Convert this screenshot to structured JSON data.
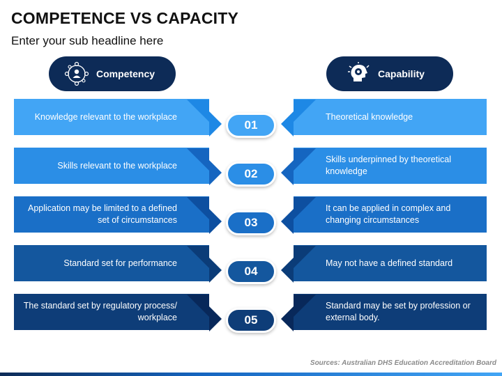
{
  "title": "COMPETENCE VS CAPACITY",
  "subtitle": "Enter your sub headline here",
  "headers": {
    "left": {
      "label": "Competency",
      "icon": "person-network-icon"
    },
    "right": {
      "label": "Capability",
      "icon": "head-gears-icon"
    }
  },
  "rows": [
    {
      "number": "01",
      "left": "Knowledge relevant to the workplace",
      "right": "Theoretical knowledge",
      "color": "#42a5f5",
      "dark": "#1e88e5"
    },
    {
      "number": "02",
      "left": "Skills relevant to the workplace",
      "right": "Skills underpinned by theoretical knowledge",
      "color": "#2b8ee6",
      "dark": "#1565c0"
    },
    {
      "number": "03",
      "left": "Application may be limited to a defined set of circumstances",
      "right": "It can be applied in complex and changing circumstances",
      "color": "#1a6fc7",
      "dark": "#0d4fa0"
    },
    {
      "number": "04",
      "left": "Standard set for performance",
      "right": "May not have a defined standard",
      "color": "#14579e",
      "dark": "#0b3c78"
    },
    {
      "number": "05",
      "left": "The standard set by regulatory process/ workplace",
      "right": "Standard may be set by profession or external body.",
      "color": "#0e3d78",
      "dark": "#08285a"
    }
  ],
  "source": "Sources: Australian DHS Education Accreditation Board"
}
